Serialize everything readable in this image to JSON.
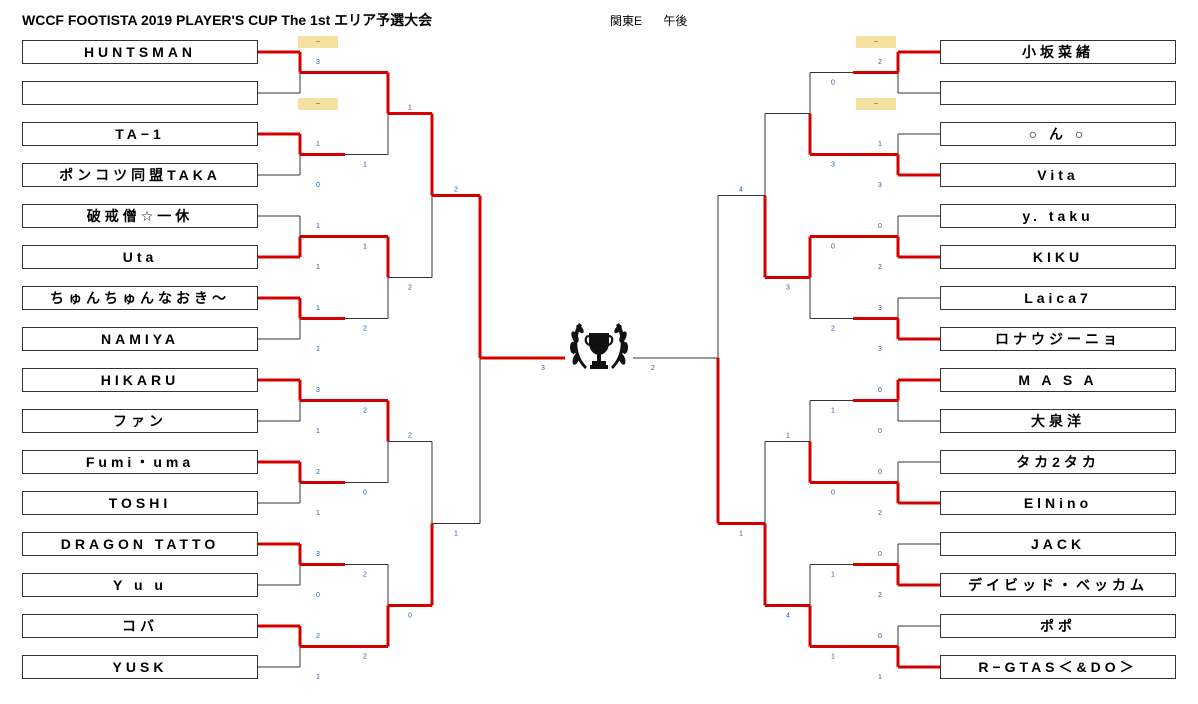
{
  "header": {
    "title": "WCCF FOOTISTA 2019 PLAYER'S CUP The 1st エリア予選大会",
    "area": "関東E",
    "session": "午後"
  },
  "left_players": [
    "HUNTSMAN",
    "",
    "TA−1",
    "ポンコツ同盟TAKA",
    "破戒僧☆一休",
    "Uta",
    "ちゅんちゅんなおき〜",
    "NAMIYA",
    "HIKARU",
    "ファン",
    "Fumi・uma",
    "TOSHI",
    "DRAGON TATTO",
    "Y u u",
    "コバ",
    "YUSK"
  ],
  "right_players": [
    "小坂菜緒",
    "",
    "○ ん ○",
    "Vita",
    "y. taku",
    "KIKU",
    "Laica7",
    "ロナウジーニョ",
    "M A S A",
    "大泉洋",
    "タカ2タカ",
    "ElNino",
    "JACK",
    "デイビッド・ベッカム",
    "ポポ",
    "R−GTAS＜&DO＞"
  ],
  "bye_marks": {
    "label": "−"
  },
  "left_scores": {
    "r1": [
      "3",
      "",
      "1",
      "0",
      "1",
      "1",
      "1",
      "1",
      "3",
      "1",
      "2",
      "1",
      "3",
      "0",
      "2",
      "1"
    ],
    "r2": [
      "",
      "1",
      "1",
      "2",
      "2",
      "0",
      "2",
      "2"
    ],
    "r3": [
      "1",
      "2",
      "2",
      "0"
    ],
    "r4": [
      "2",
      "1"
    ],
    "final": "3"
  },
  "right_scores": {
    "r1": [
      "2",
      "",
      "1",
      "3",
      "0",
      "2",
      "3",
      "3",
      "0",
      "0",
      "0",
      "2",
      "0",
      "2",
      "0",
      "1"
    ],
    "r2": [
      "0",
      "3",
      "0",
      "2",
      "1",
      "0",
      "1",
      "1"
    ],
    "r3": [
      "",
      "3",
      "1",
      "4"
    ],
    "r4": [
      "4",
      "1"
    ],
    "final": "2"
  },
  "colors": {
    "winner": "#d40000",
    "line": "#333333",
    "score": "#1f5fa8",
    "bye": "#f7e1a0"
  }
}
